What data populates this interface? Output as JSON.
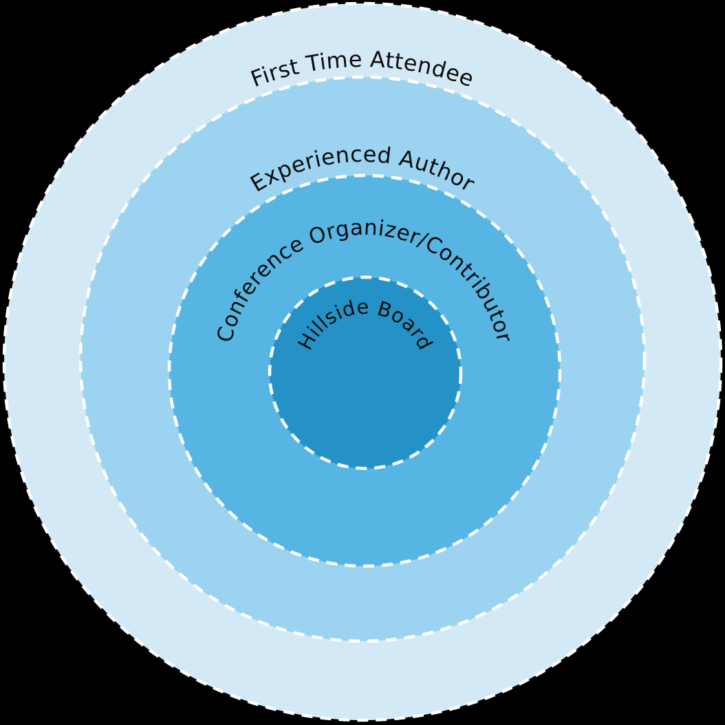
{
  "diagram": {
    "type": "concentric-circles",
    "title": "Community roles onion diagram",
    "text_color": "#0d0d0d",
    "border_color": "#ffffff",
    "background_color": "#000000",
    "rings": [
      {
        "level": 1,
        "label": "First Time Attendee",
        "color": "#d4e9f6"
      },
      {
        "level": 2,
        "label": "Experienced Author",
        "color": "#9bd3f0"
      },
      {
        "level": 3,
        "label": "Conference Organizer/Contributor",
        "color": "#56b5e3"
      },
      {
        "level": 4,
        "label": "Hillside Board",
        "color": "#2492c7"
      }
    ]
  }
}
